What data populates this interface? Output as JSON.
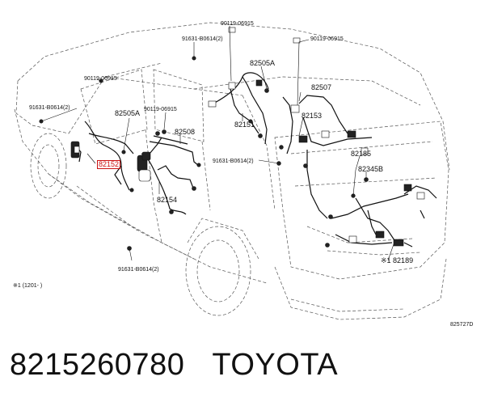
{
  "labels": {
    "l_90119_06915_top": "90119-06915",
    "l_90119_06915_topright": "90119-06915",
    "l_91631_b0614_top": "91631-B0614(2)",
    "l_82505a_top": "82505A",
    "l_90119_06915_left": "90119-06915",
    "l_82507": "82507",
    "l_91631_b0614_left": "91631-B0614(2)",
    "l_82505a_mid": "82505A",
    "l_90119_06915_mid": "90119-06915",
    "l_82153": "82153",
    "l_82151": "82151",
    "l_82508": "82508",
    "l_82152": "82152",
    "l_91631_b0614_mid": "91631-B0614(2)",
    "l_82185": "82185",
    "l_82345b": "82345B",
    "l_82154": "82154",
    "l_82189": "※1 82189",
    "l_91631_b0614_bottom": "91631-B0614(2)"
  },
  "note": "※1 (1201-     )",
  "figure_code": "825727D",
  "caption": {
    "part_number": "8215260780",
    "brand": "TOYOTA"
  }
}
